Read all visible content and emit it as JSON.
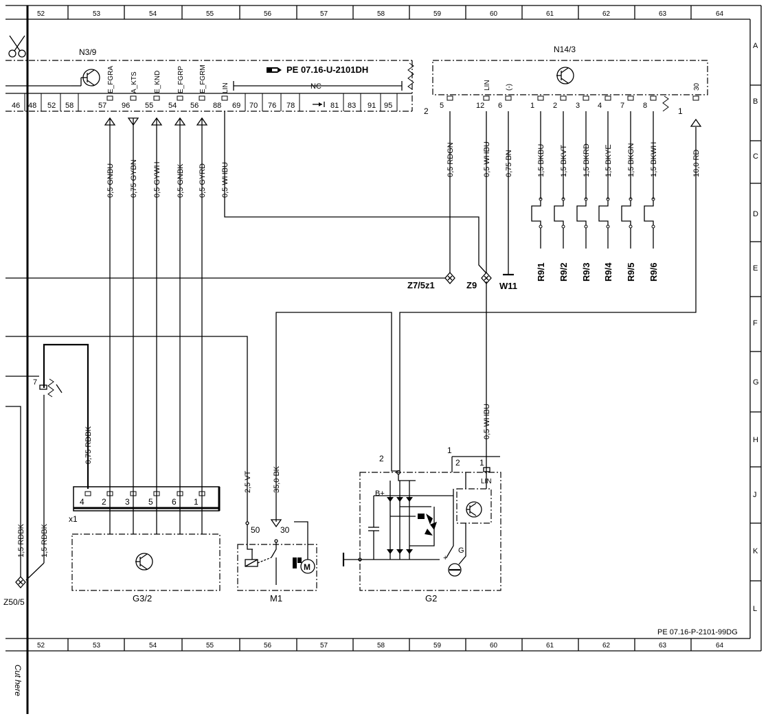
{
  "columns": [
    "52",
    "53",
    "54",
    "55",
    "56",
    "57",
    "58",
    "59",
    "60",
    "61",
    "62",
    "63",
    "64"
  ],
  "rows": [
    "A",
    "B",
    "C",
    "D",
    "E",
    "F",
    "G",
    "H",
    "J",
    "K",
    "L"
  ],
  "components": {
    "n3_9": "N3/9",
    "n14_3": "N14/3",
    "g3_2": "G3/2",
    "m1": "M1",
    "g2": "G2",
    "z7_5z1": "Z7/5z1",
    "z9": "Z9",
    "w11": "W11",
    "z50_5": "Z50/5",
    "x1": "x1",
    "r9": [
      "R9/1",
      "R9/2",
      "R9/3",
      "R9/4",
      "R9/5",
      "R9/6"
    ]
  },
  "n3_9_ref": "PE 07.16-U-2101DH",
  "n3_9_signals": [
    "E_FGRA",
    "A_KTS",
    "E_KND",
    "E_FGRP",
    "E_FGRM",
    "LIN"
  ],
  "n3_9_pins_left": [
    "46",
    "48",
    "52",
    "58"
  ],
  "n3_9_pins_used": [
    "57",
    "96",
    "55",
    "54",
    "56",
    "88"
  ],
  "n3_9_pins_nc": [
    "69",
    "70",
    "76",
    "78",
    "81",
    "83",
    "91",
    "95"
  ],
  "nc_label": "NC",
  "n14_3_signals": {
    "lin": "LIN",
    "gnd": "(-)",
    "bat": "30"
  },
  "n14_3_pins": [
    "5",
    "12",
    "6",
    "1",
    "2",
    "3",
    "4",
    "7",
    "8",
    "30"
  ],
  "n14_3_side_numbers": [
    "2",
    "1"
  ],
  "wires_n3_9": [
    "0,5 GNBU",
    "0,75 GYBN",
    "0,5 GYWH",
    "0,5 GNBK",
    "0,5 GYRD",
    "0,5 WHBU"
  ],
  "wires_n14_3": [
    "0,5 RDGN",
    "0,5 WHBU",
    "0,75 BN",
    "1,5 BKBU",
    "1,5 BKVT",
    "1,5 BKRD",
    "1,5 BKYE",
    "1,5 BKGN",
    "1,5 BKWH",
    "10,0 RD"
  ],
  "wires_other": {
    "g2_lin": "0,5 WHBU",
    "g3_2_supply": "0,75 RDBK",
    "m1_50": "2,5 VT",
    "m1_30": "35,0 BK",
    "left_1": "1,5 RDBK",
    "left_2": "1,5 RDBK"
  },
  "g3_2_pins": [
    "4",
    "2",
    "3",
    "5",
    "6",
    "1"
  ],
  "m1_pins": {
    "p50": "50",
    "p30": "30"
  },
  "g2_labels": {
    "pin2": "2",
    "pin1": "1",
    "box2": "2",
    "box1": "1",
    "lin": "LIN",
    "bplus": "B+",
    "g": "G",
    "plus": "+"
  },
  "left_connector_pin": "7",
  "footer_ref": "PE 07.16-P-2101-99DG",
  "cut_here": "Cut here"
}
